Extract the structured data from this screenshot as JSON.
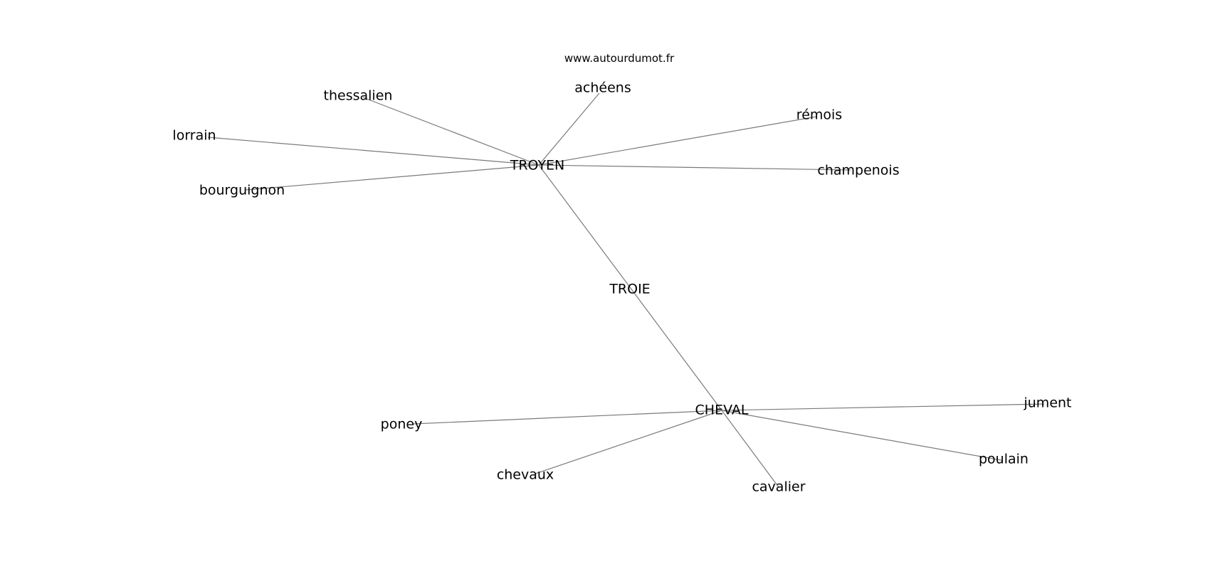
{
  "source": "www.autourdumot.fr",
  "nodes": [
    {
      "id": "troyen",
      "label": "TROYEN"
    },
    {
      "id": "troie",
      "label": "TROIE"
    },
    {
      "id": "cheval",
      "label": "CHEVAL"
    },
    {
      "id": "acheens",
      "label": "achéens"
    },
    {
      "id": "thessalien",
      "label": "thessalien"
    },
    {
      "id": "lorrain",
      "label": "lorrain"
    },
    {
      "id": "bourguignon",
      "label": "bourguignon"
    },
    {
      "id": "remois",
      "label": "rémois"
    },
    {
      "id": "champenois",
      "label": "champenois"
    },
    {
      "id": "jument",
      "label": "jument"
    },
    {
      "id": "poney",
      "label": "poney"
    },
    {
      "id": "chevaux",
      "label": "chevaux"
    },
    {
      "id": "cavalier",
      "label": "cavalier"
    },
    {
      "id": "poulain",
      "label": "poulain"
    }
  ],
  "edges": [
    [
      "troyen",
      "acheens"
    ],
    [
      "troyen",
      "thessalien"
    ],
    [
      "troyen",
      "lorrain"
    ],
    [
      "troyen",
      "bourguignon"
    ],
    [
      "troyen",
      "remois"
    ],
    [
      "troyen",
      "champenois"
    ],
    [
      "troyen",
      "cheval"
    ],
    [
      "cheval",
      "jument"
    ],
    [
      "cheval",
      "poney"
    ],
    [
      "cheval",
      "chevaux"
    ],
    [
      "cheval",
      "cavalier"
    ],
    [
      "cheval",
      "poulain"
    ]
  ],
  "colors": {
    "edge": "#7a7a7a",
    "text": "#000000",
    "background": "#ffffff"
  }
}
